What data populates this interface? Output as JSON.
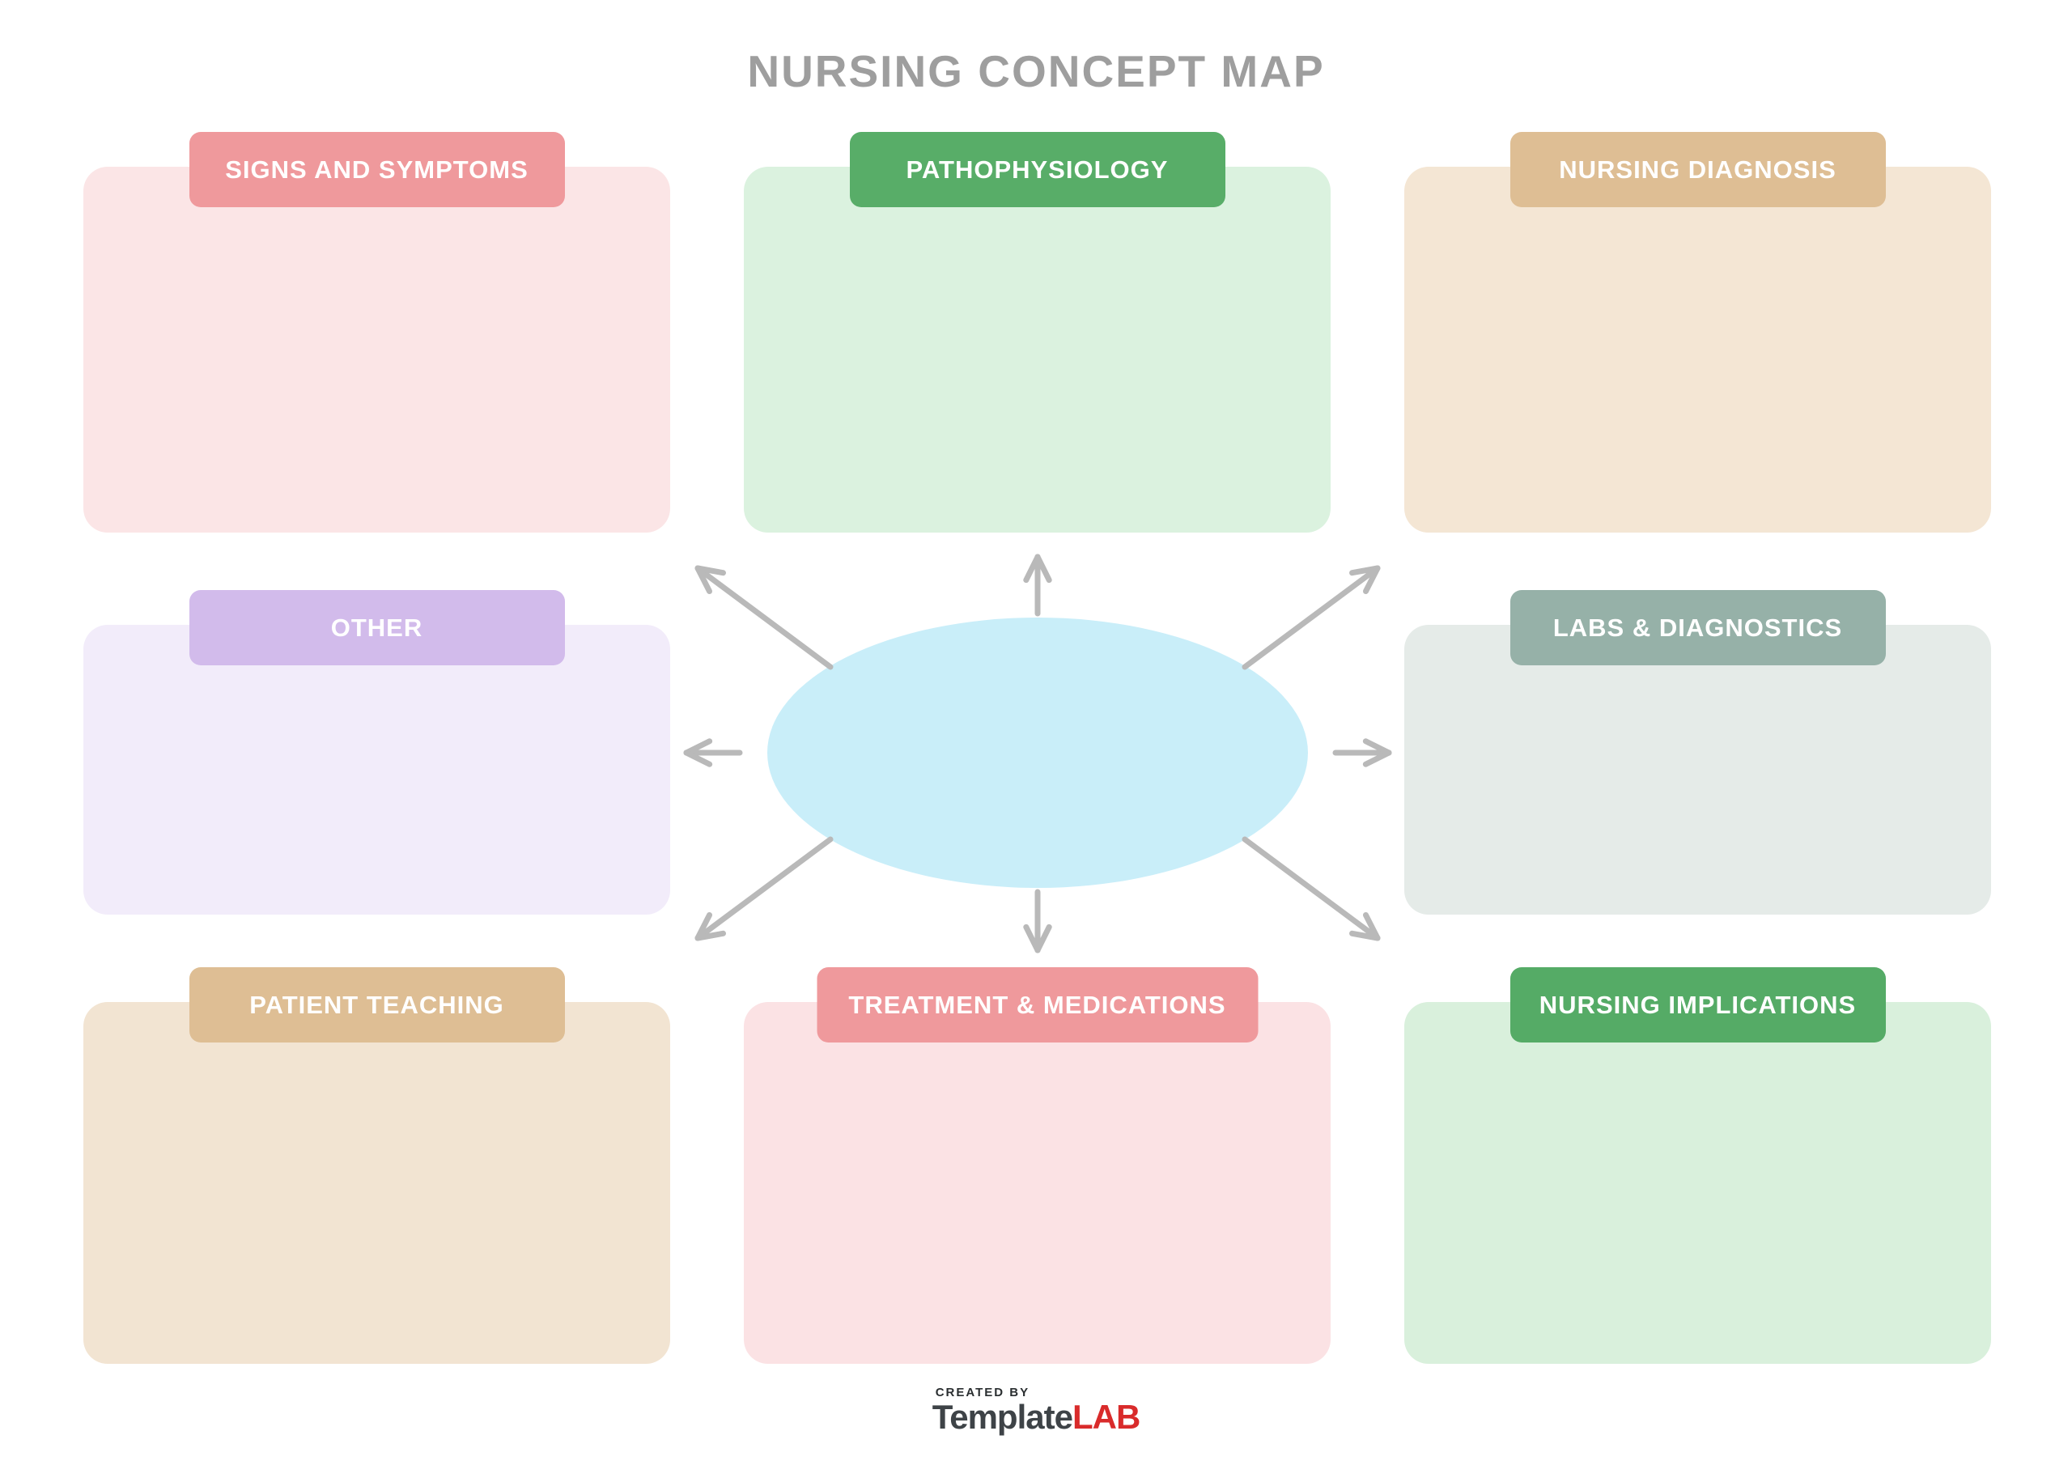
{
  "title": {
    "text": "NURSING CONCEPT MAP",
    "color": "#9E9E9E"
  },
  "boxes": [
    {
      "label": "SIGNS AND SYMPTOMS",
      "header_color": "#EF999C",
      "body_color": "#FBE5E6"
    },
    {
      "label": "PATHOPHYSIOLOGY",
      "header_color": "#58AD68",
      "body_color": "#DBF2DF"
    },
    {
      "label": "NURSING DIAGNOSIS",
      "header_color": "#DEBE94",
      "body_color": "#F4E6D4"
    },
    {
      "label": "OTHER",
      "header_color": "#D2BBEB",
      "body_color": "#F2ECFA"
    },
    {
      "label": "LABS & DIAGNOSTICS",
      "header_color": "#96B1A8",
      "body_color": "#E5EBE8"
    },
    {
      "label": "PATIENT TEACHING",
      "header_color": "#DEBE94",
      "body_color": "#F2E4D2"
    },
    {
      "label": "TREATMENT & MEDICATIONS",
      "header_color": "#EF999C",
      "body_color": "#FBE2E4"
    },
    {
      "label": "NURSING IMPLICATIONS",
      "header_color": "#55AB66",
      "body_color": "#D9F0DC"
    }
  ],
  "center_topic": {
    "shape": "ellipse",
    "fill": "#C9EEF9",
    "text": ""
  },
  "arrows": {
    "color": "#B9B9B9",
    "directions": [
      "n",
      "ne",
      "e",
      "se",
      "s",
      "sw",
      "w",
      "nw"
    ]
  },
  "footer": {
    "created_by": "CREATED BY",
    "brand_name": "Template",
    "brand_suffix": "LAB",
    "brand_name_color": "#3E4347",
    "brand_suffix_color": "#D92B2B"
  }
}
